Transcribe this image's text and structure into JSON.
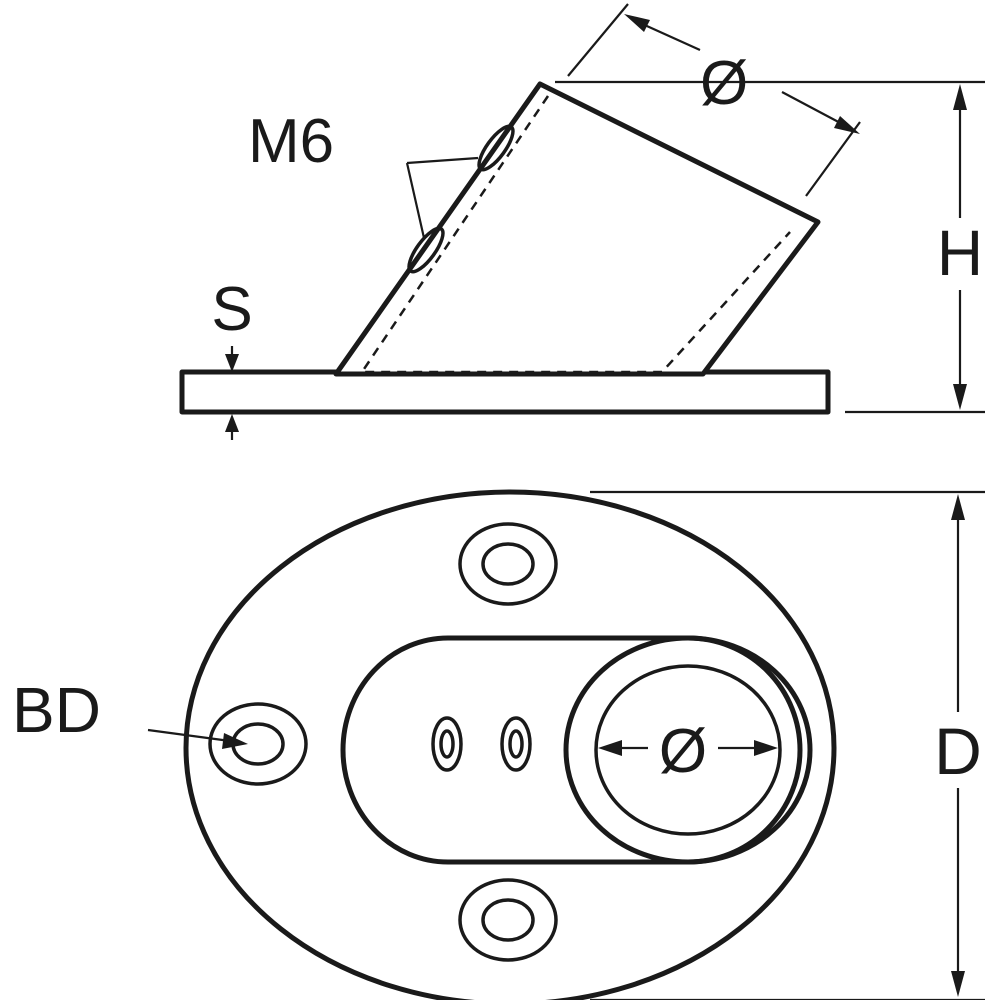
{
  "labels": {
    "diameter_top": "Ø",
    "thread": "M6",
    "height": "H",
    "thickness": "S",
    "bolt_diameter": "BD",
    "diameter_plan": "Ø",
    "outer_diameter": "D"
  }
}
